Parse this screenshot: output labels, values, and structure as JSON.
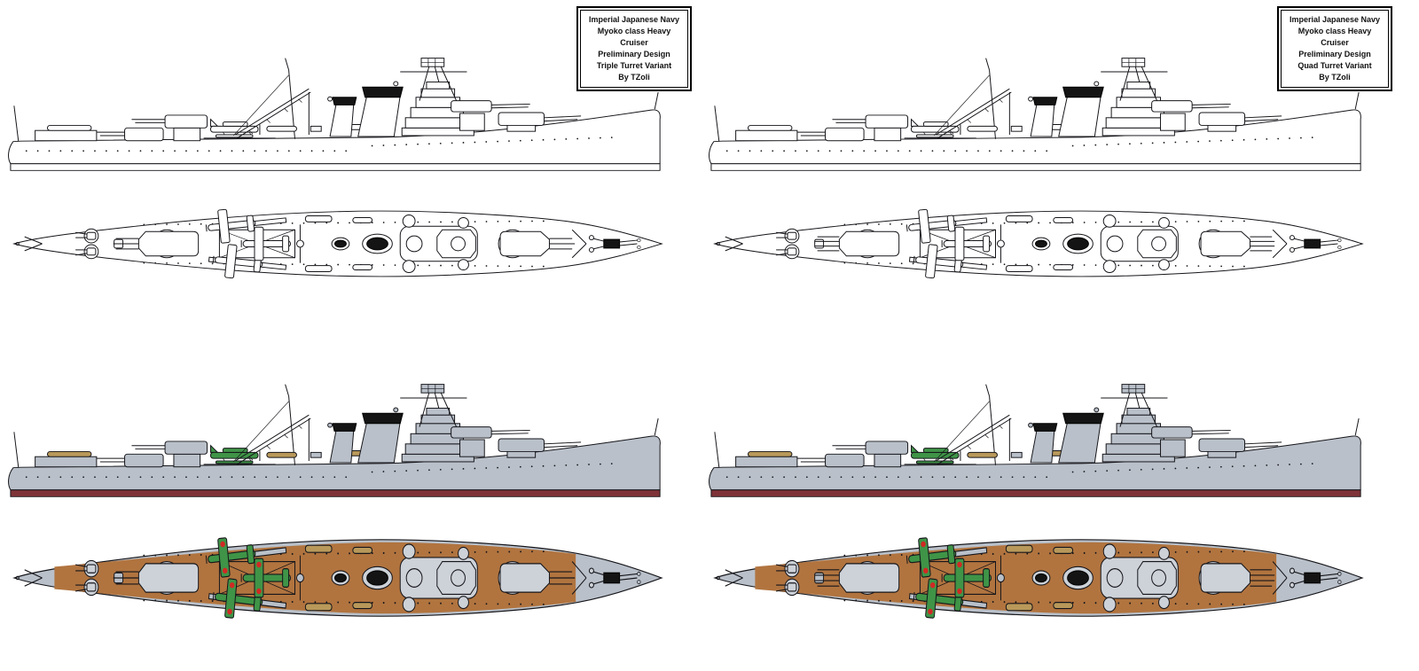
{
  "sheet": {
    "background": "#ffffff"
  },
  "colors": {
    "line": "#15151a",
    "hull_gray": "#b9c0c9",
    "turret_gray": "#cdd2d8",
    "boot_red": "#7e3338",
    "deck_brown": "#b1743f",
    "plane_green": "#3f9447",
    "hinomaru_red": "#d02a24",
    "funnel_black": "#141414",
    "boat_tan": "#b9995a"
  },
  "variants": [
    {
      "name": "Triple Turret Variant",
      "main_turret_barrels": 3,
      "title_box": {
        "lines": [
          "Imperial Japanese Navy",
          "Myoko class Heavy Cruiser",
          "Preliminary Design",
          "Triple Turret Variant",
          "By TZoli"
        ]
      }
    },
    {
      "name": "Quad Turret Variant",
      "main_turret_barrels": 4,
      "title_box": {
        "lines": [
          "Imperial Japanese Navy",
          "Myoko class Heavy Cruiser",
          "Preliminary Design",
          "Quad Turret Variant",
          "By TZoli"
        ]
      }
    }
  ]
}
